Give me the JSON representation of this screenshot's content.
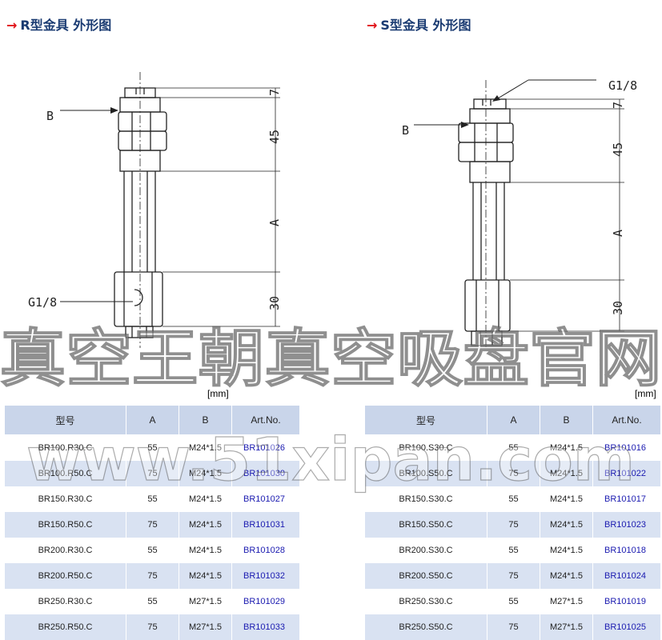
{
  "left": {
    "arrow": "→",
    "title": "R型金具 外形图",
    "unit": "[mm]",
    "labels": {
      "b": "B",
      "g18": "G1/8",
      "dim7": "7",
      "dim45": "45",
      "dimA": "A",
      "dim30": "30"
    },
    "headers": [
      "型号",
      "A",
      "B",
      "Art.No."
    ],
    "rows": [
      [
        "BR100.R30.C",
        "55",
        "M24*1.5",
        "BR101026"
      ],
      [
        "BR100.R50.C",
        "75",
        "M24*1.5",
        "BR101030"
      ],
      [
        "BR150.R30.C",
        "55",
        "M24*1.5",
        "BR101027"
      ],
      [
        "BR150.R50.C",
        "75",
        "M24*1.5",
        "BR101031"
      ],
      [
        "BR200.R30.C",
        "55",
        "M24*1.5",
        "BR101028"
      ],
      [
        "BR200.R50.C",
        "75",
        "M24*1.5",
        "BR101032"
      ],
      [
        "BR250.R30.C",
        "55",
        "M27*1.5",
        "BR101029"
      ],
      [
        "BR250.R50.C",
        "75",
        "M27*1.5",
        "BR101033"
      ]
    ]
  },
  "right": {
    "arrow": "→",
    "title": "S型金具 外形图",
    "unit": "[mm]",
    "labels": {
      "b": "B",
      "g18": "G1/8",
      "dim7": "7",
      "dim45": "45",
      "dimA": "A",
      "dim30": "30"
    },
    "headers": [
      "型号",
      "A",
      "B",
      "Art.No."
    ],
    "rows": [
      [
        "BR100.S30.C",
        "55",
        "M24*1.5",
        "BR101016"
      ],
      [
        "BR100.S50.C",
        "75",
        "M24*1.5",
        "BR101022"
      ],
      [
        "BR150.S30.C",
        "55",
        "M24*1.5",
        "BR101017"
      ],
      [
        "BR150.S50.C",
        "75",
        "M24*1.5",
        "BR101023"
      ],
      [
        "BR200.S30.C",
        "55",
        "M24*1.5",
        "BR101018"
      ],
      [
        "BR200.S50.C",
        "75",
        "M24*1.5",
        "BR101024"
      ],
      [
        "BR250.S30.C",
        "55",
        "M27*1.5",
        "BR101019"
      ],
      [
        "BR250.S50.C",
        "75",
        "M27*1.5",
        "BR101025"
      ]
    ]
  },
  "watermark": {
    "text": "真空王朝真空吸盘官网",
    "url": "www.51xipan.com"
  }
}
